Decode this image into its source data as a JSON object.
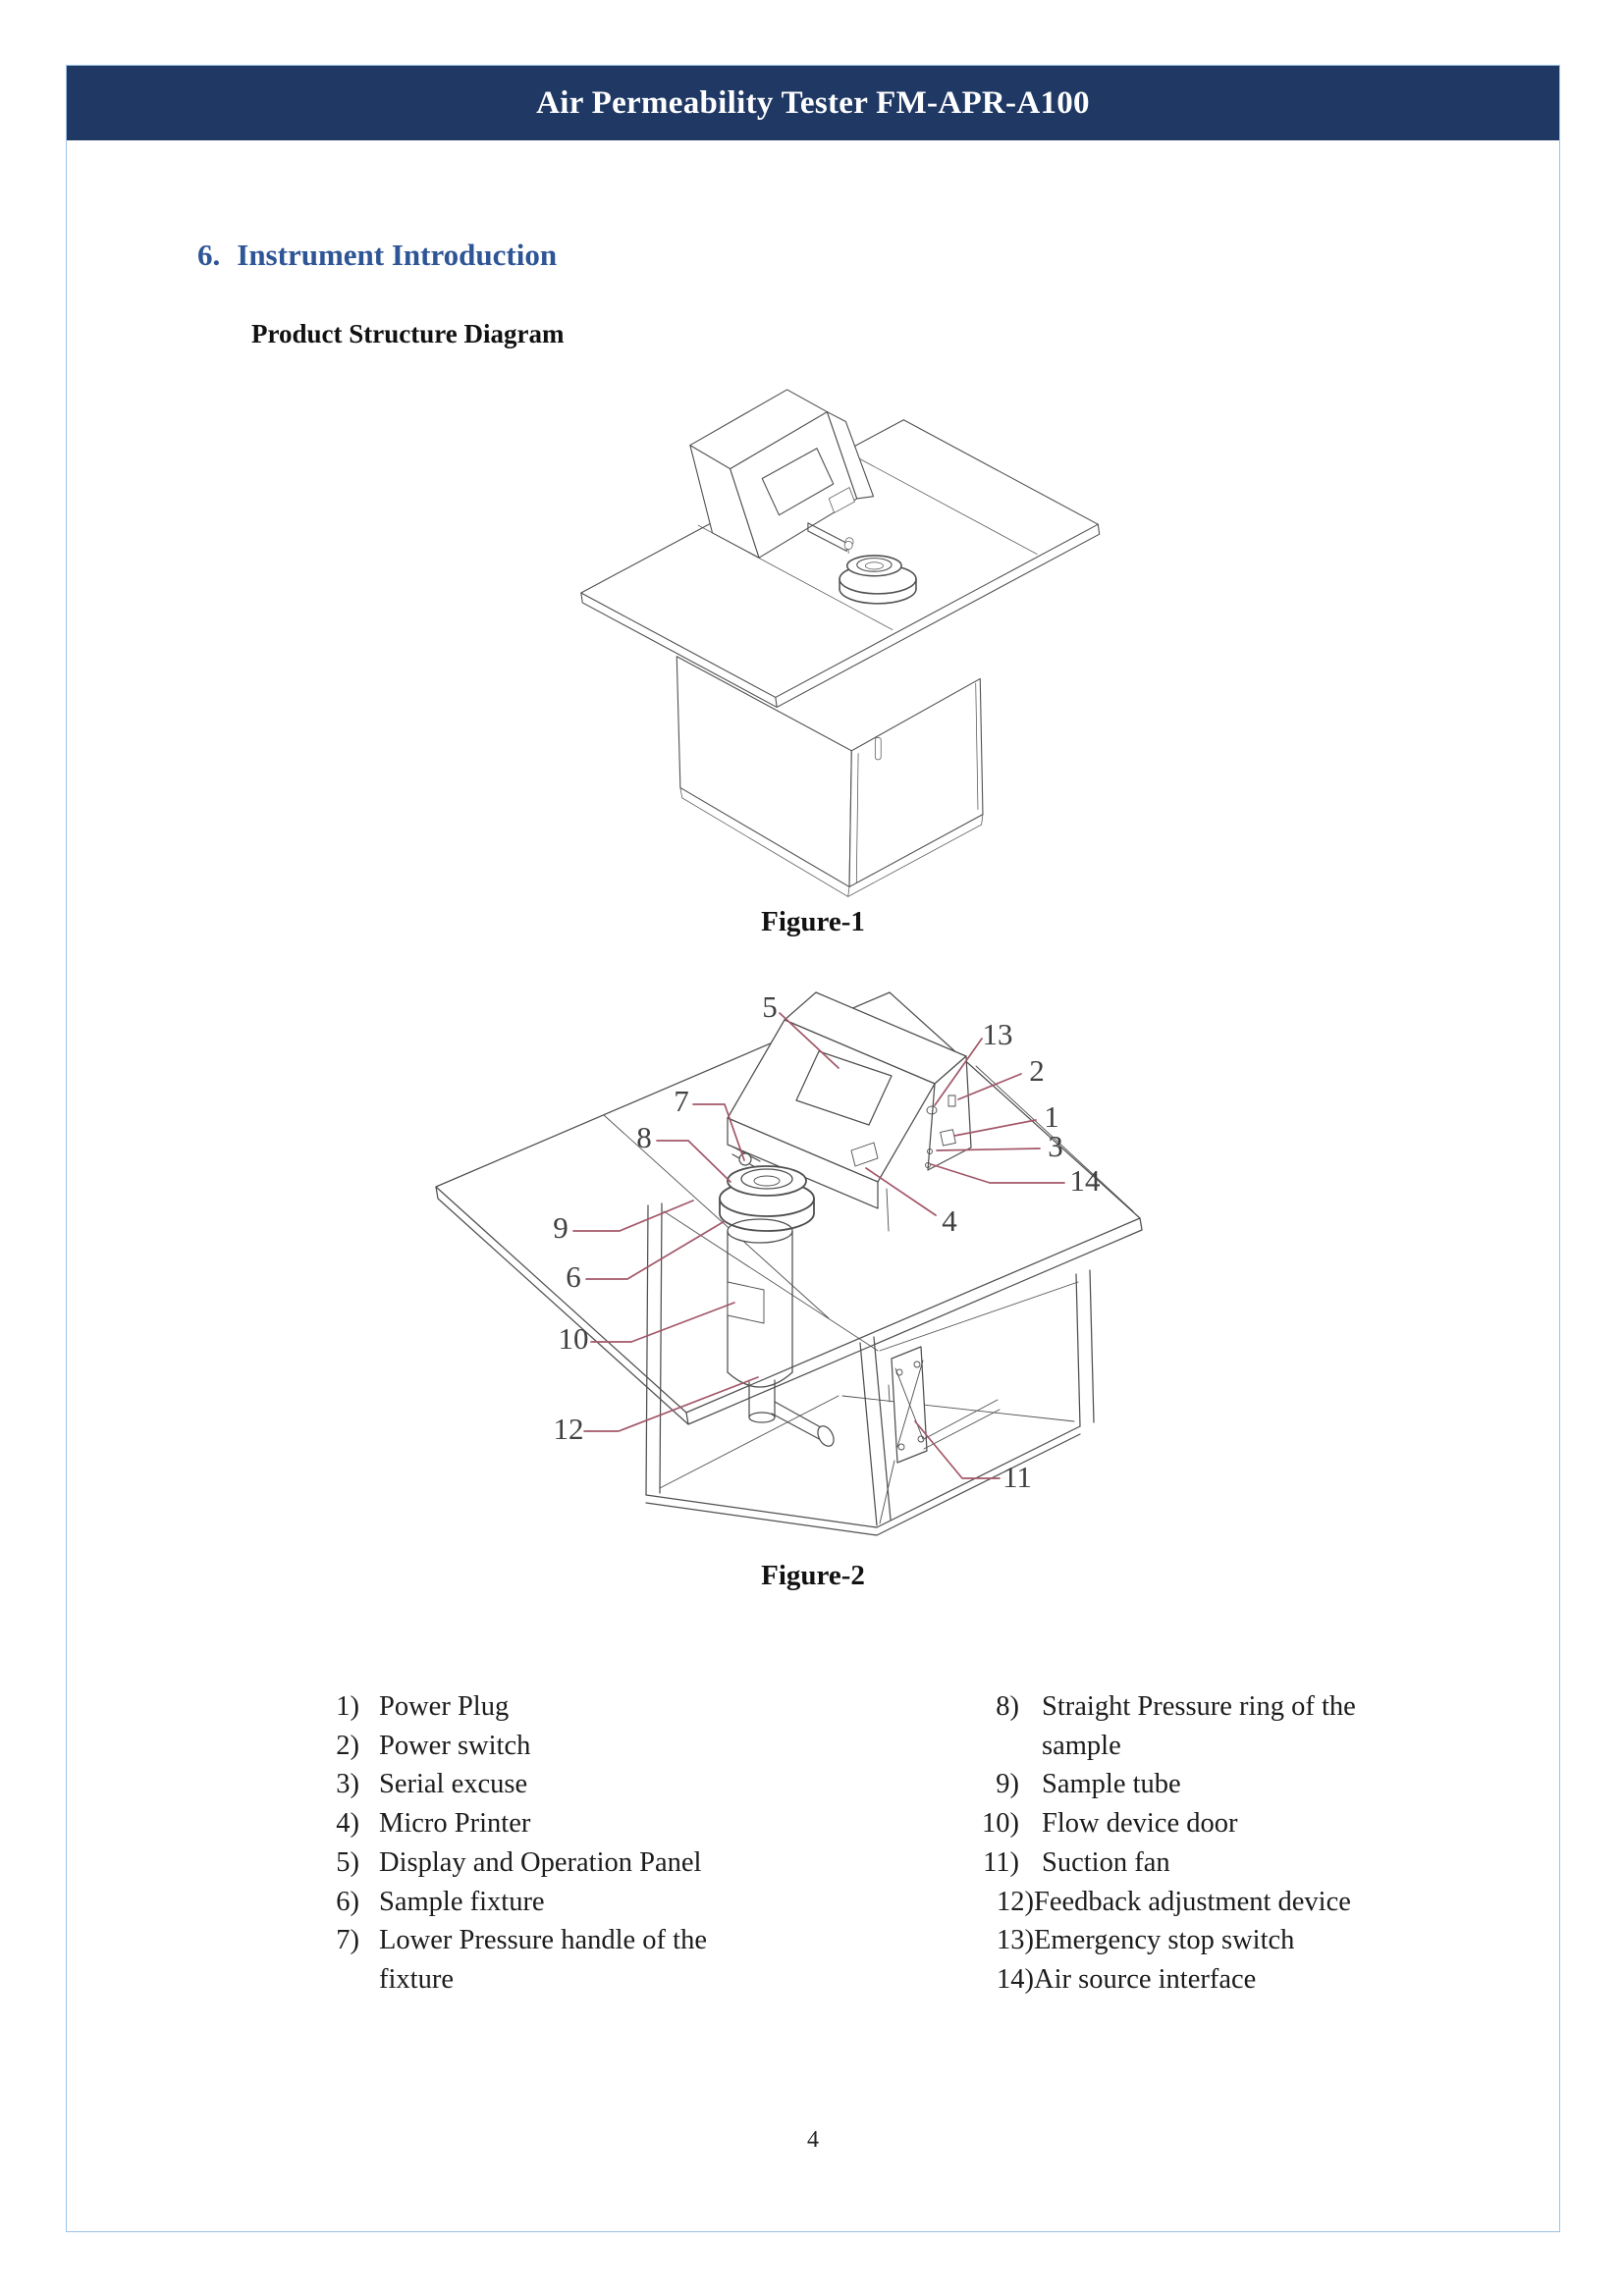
{
  "header": {
    "title": "Air Permeability Tester FM-APR-A100"
  },
  "section_heading": {
    "number": "6.",
    "title": "Instrument Introduction"
  },
  "subheading": "Product Structure Diagram",
  "figure1": {
    "caption": "Figure-1"
  },
  "figure2": {
    "caption": "Figure-2",
    "callouts": [
      "5",
      "13",
      "2",
      "1",
      "3",
      "14",
      "4",
      "7",
      "8",
      "9",
      "6",
      "10",
      "12",
      "11"
    ]
  },
  "parts_list": {
    "left": [
      {
        "num": "1)",
        "text": "Power Plug"
      },
      {
        "num": "2)",
        "text": "Power switch"
      },
      {
        "num": "3)",
        "text": "Serial excuse"
      },
      {
        "num": "4)",
        "text": "Micro Printer"
      },
      {
        "num": "5)",
        "text": "Display and Operation Panel"
      },
      {
        "num": "6)",
        "text": "Sample fixture"
      },
      {
        "num": "7)",
        "text": "Lower Pressure handle of the fixture"
      }
    ],
    "right": [
      {
        "num": "8)",
        "text": "Straight Pressure ring of the sample"
      },
      {
        "num": "9)",
        "text": "Sample tube"
      },
      {
        "num": "10)",
        "text": "Flow device door"
      },
      {
        "num": "11)",
        "text": "Suction fan"
      },
      {
        "num": "12)",
        "text": "Feedback adjustment device"
      },
      {
        "num": "13)",
        "text": "Emergency stop switch"
      },
      {
        "num": "14)",
        "text": "Air source interface"
      }
    ]
  },
  "page_number": "4",
  "colors": {
    "header_bg": "#1f3864",
    "heading_blue": "#2e5596",
    "frame_border": "#9dc3e6",
    "leader_line": "#a25768",
    "drawing_line": "#4f4f4f"
  }
}
